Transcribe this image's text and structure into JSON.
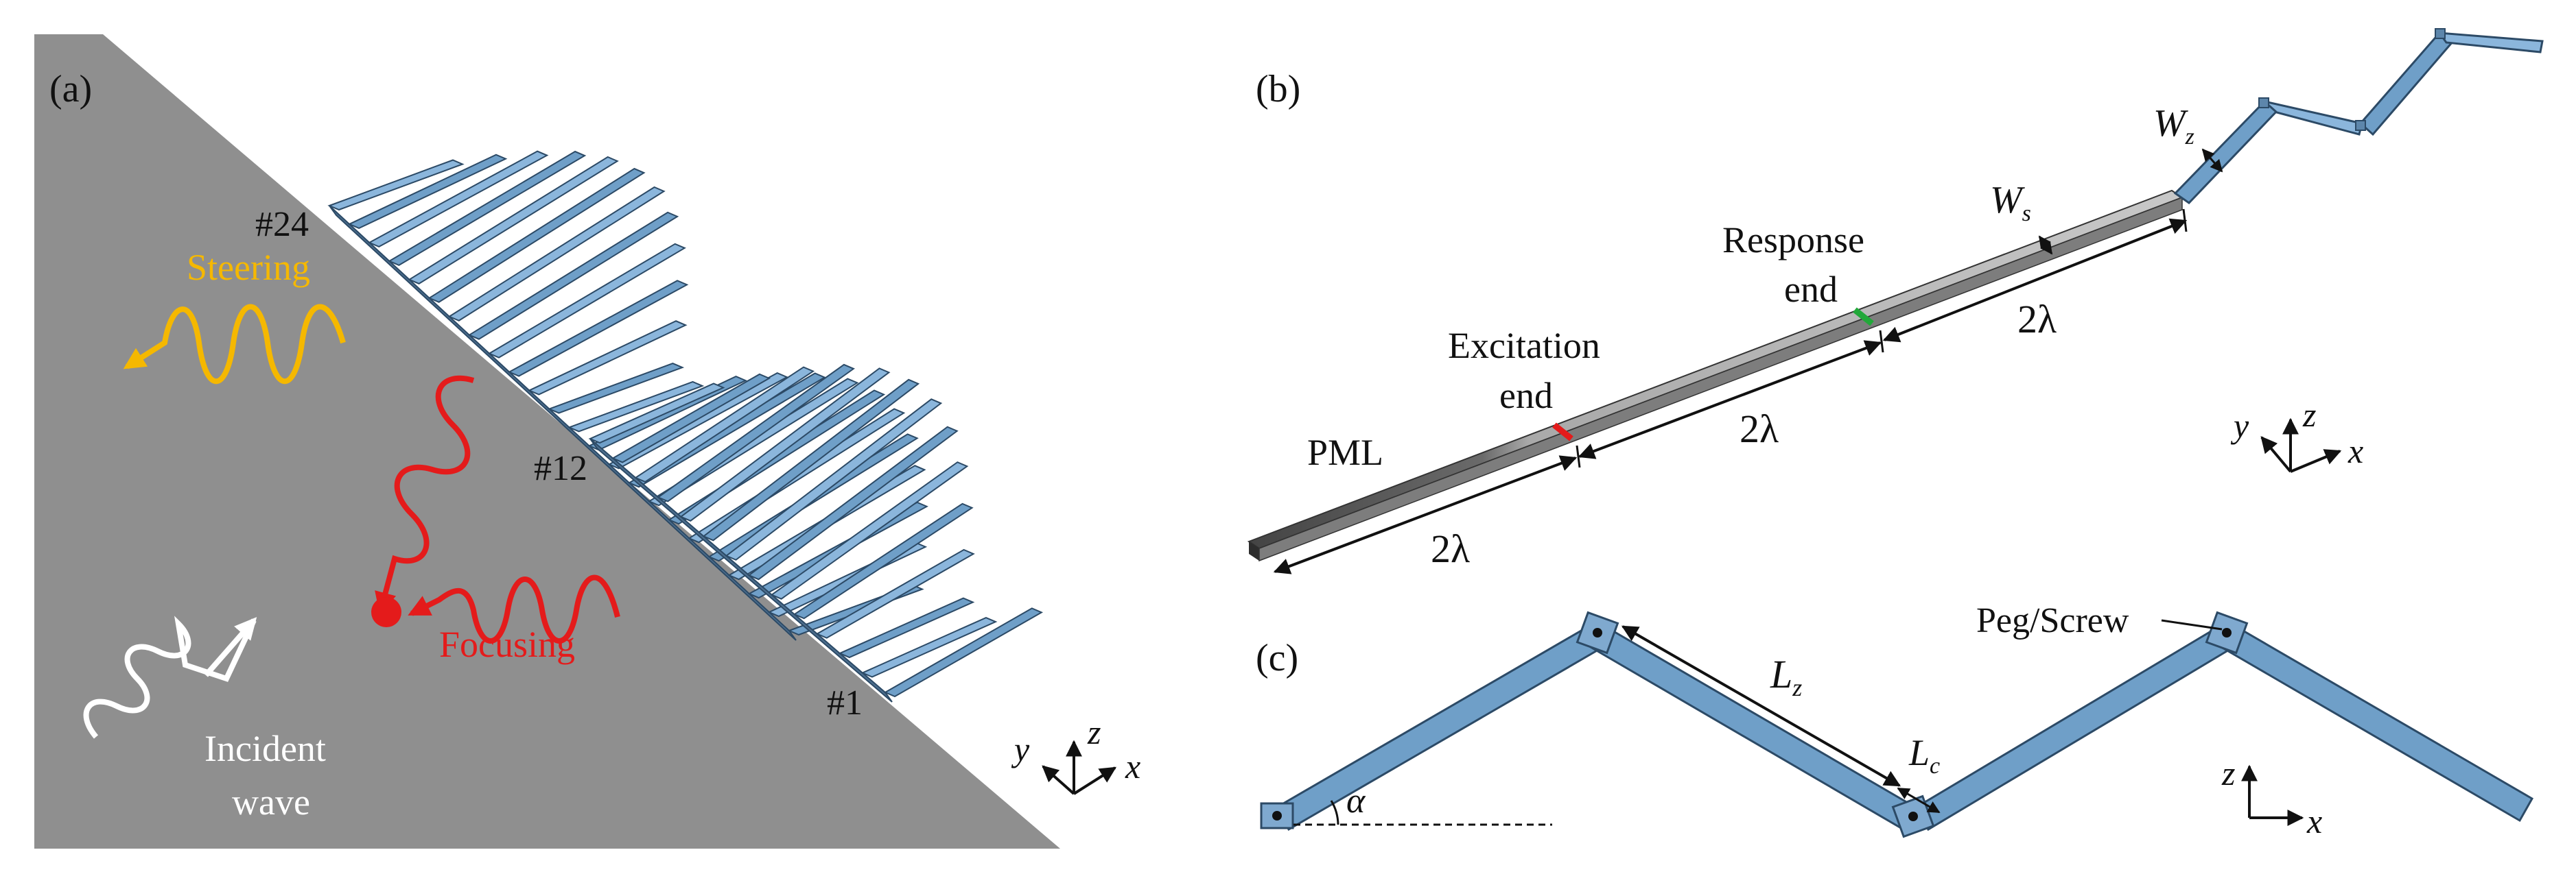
{
  "colors": {
    "panel_a_bg": "#8f8f8f",
    "fin_fill": "#6f9fc8",
    "fin_fill_light": "#8bb6dc",
    "fin_edge": "#2c4a66",
    "steering": "#f5b800",
    "focusing": "#e41b1b",
    "incident": "#ffffff",
    "excitation_mark": "#e41b1b",
    "response_mark": "#22a83a",
    "pml": "#5a5a5a",
    "beam": "#b8b8b8"
  },
  "panel_a": {
    "label": "(a)",
    "steering": "Steering",
    "focusing": "Focusing",
    "incident_line1": "Incident",
    "incident_line2": "wave",
    "cell_24": "#24",
    "cell_12": "#12",
    "cell_1": "#1",
    "axes": {
      "x": "x",
      "y": "y",
      "z": "z"
    }
  },
  "panel_b": {
    "label": "(b)",
    "pml": "PML",
    "excitation_line1": "Excitation",
    "excitation_line2": "end",
    "response_line1": "Response",
    "response_line2": "end",
    "len_1": "2λ",
    "len_2": "2λ",
    "len_3": "2λ",
    "ws_main": "W",
    "ws_sub": "s",
    "wz_main": "W",
    "wz_sub": "z",
    "axes": {
      "x": "x",
      "y": "y",
      "z": "z"
    }
  },
  "panel_c": {
    "label": "(c)",
    "peg": "Peg/Screw",
    "lz_main": "L",
    "lz_sub": "z",
    "lc_main": "L",
    "lc_sub": "c",
    "alpha": "α",
    "axes": {
      "x": "x",
      "z": "z"
    }
  }
}
